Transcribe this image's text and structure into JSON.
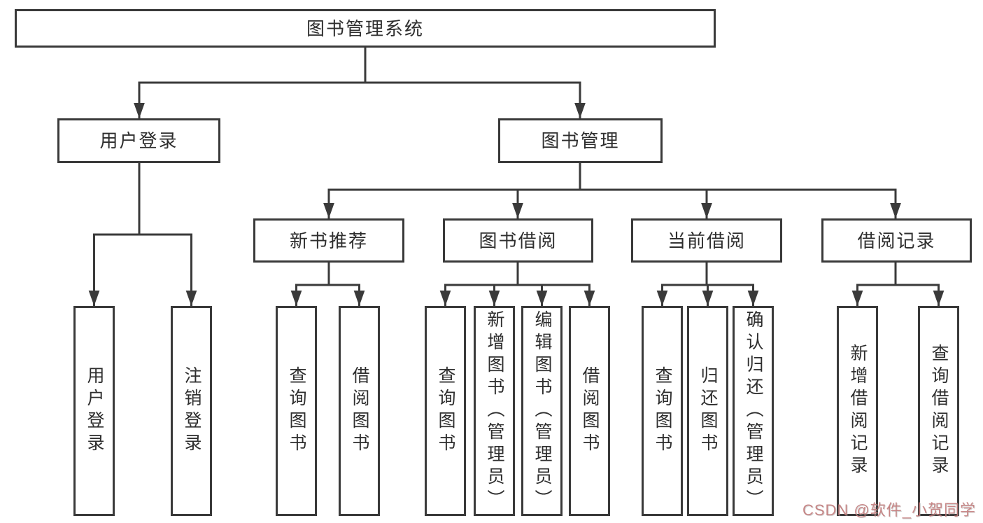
{
  "diagram": {
    "type": "tree",
    "tree": {
      "root": {
        "label": "图书管理系统",
        "children": [
          {
            "label": "用户登录",
            "children": [
              {
                "label": "用户登录"
              },
              {
                "label": "注销登录"
              }
            ]
          },
          {
            "label": "图书管理",
            "children": [
              {
                "label": "新书推荐",
                "children": [
                  {
                    "label": "查询图书"
                  },
                  {
                    "label": "借阅图书"
                  }
                ]
              },
              {
                "label": "图书借阅",
                "children": [
                  {
                    "label": "查询图书"
                  },
                  {
                    "label": "新增图书（管理员）"
                  },
                  {
                    "label": "编辑图书（管理员）"
                  },
                  {
                    "label": "借阅图书"
                  }
                ]
              },
              {
                "label": "当前借阅",
                "children": [
                  {
                    "label": "查询图书"
                  },
                  {
                    "label": "归还图书"
                  },
                  {
                    "label": "确认归还（管理员）"
                  }
                ]
              },
              {
                "label": "借阅记录",
                "children": [
                  {
                    "label": "新增借阅记录"
                  },
                  {
                    "label": "查询借阅记录"
                  }
                ]
              }
            ]
          }
        ]
      }
    }
  },
  "watermark": {
    "text": "CSDN @软件_小贺同学"
  },
  "colors": {
    "line": "#3a3a3a",
    "box_border": "#3a3a3a",
    "text": "#2e2e2e",
    "background": "#ffffff",
    "watermark": "#c17575"
  }
}
